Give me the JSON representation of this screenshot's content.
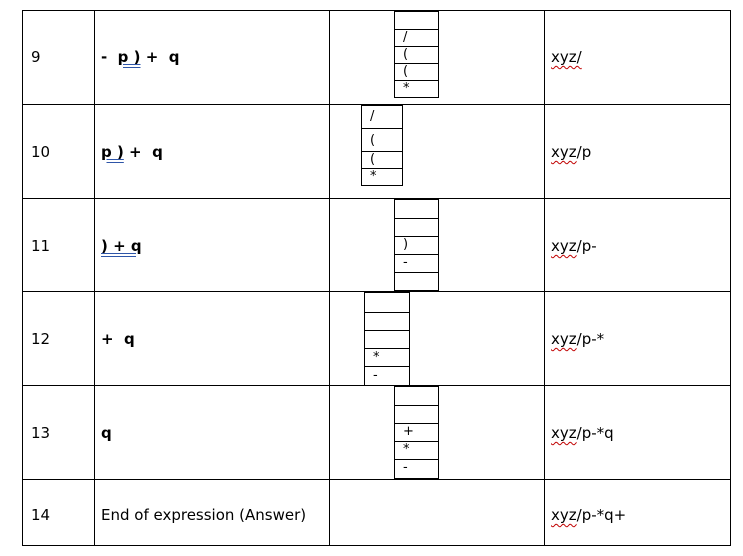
{
  "rows": [
    {
      "step": "9",
      "expr_a": "-  ",
      "expr_b": "p )",
      "expr_c": " +  q",
      "stack": [
        "",
        "/",
        "(",
        "(",
        "*"
      ],
      "postfix": "xyz/"
    },
    {
      "step": "10",
      "expr_a": "",
      "expr_b": "p )",
      "expr_c": " +  q",
      "stack": [
        "/",
        "(",
        "(",
        "*"
      ],
      "postfix_a": "xyz",
      "postfix_b": "/p"
    },
    {
      "step": "11",
      "expr_a": "",
      "expr_b": ") + q",
      "expr_c": "",
      "stack": [
        "",
        "",
        ")",
        "-",
        ""
      ],
      "postfix_a": "xyz",
      "postfix_b": "/p-"
    },
    {
      "step": "12",
      "expr": "+  q",
      "stack": [
        "",
        "",
        "",
        "*",
        "-"
      ],
      "postfix_a": "xyz",
      "postfix_b": "/p-*"
    },
    {
      "step": "13",
      "expr": "q",
      "stack": [
        "",
        "",
        "+",
        "*",
        "-"
      ],
      "postfix_a": "xyz",
      "postfix_b": "/p-*q"
    },
    {
      "step": "14",
      "expr": "End of expression (Answer)",
      "postfix_a": "xyz",
      "postfix_b": "/p-*q+"
    }
  ]
}
